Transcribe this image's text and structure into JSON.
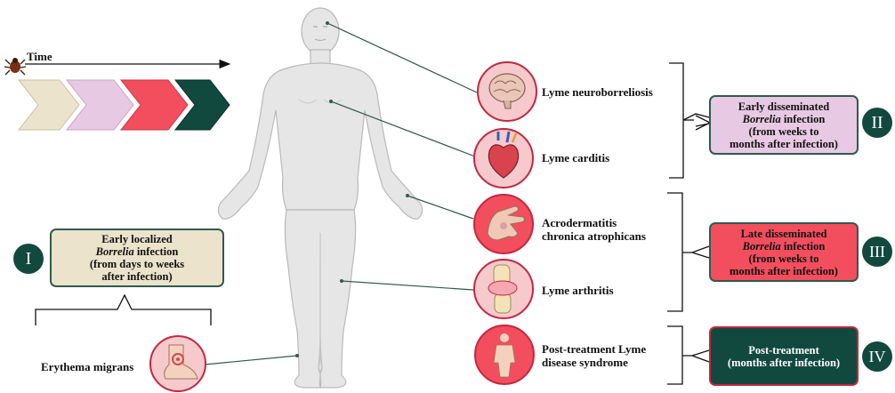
{
  "timeline": {
    "label": "Time"
  },
  "stages": {
    "I": {
      "numeral": "I",
      "line1": "Early localized",
      "italic": "Borrelia",
      "rest": " infection",
      "line3": "(from days to weeks",
      "line4": "after infection)"
    },
    "II": {
      "numeral": "II",
      "line1": "Early disseminated",
      "italic": "Borrelia",
      "rest": " infection",
      "line3": "(from weeks to",
      "line4": "months after infection)"
    },
    "III": {
      "numeral": "III",
      "line1": "Late disseminated",
      "italic": "Borrelia",
      "rest": " infection",
      "line3": "(from weeks to",
      "line4": "months after infection)"
    },
    "IV": {
      "numeral": "IV",
      "line1": "Post-treatment",
      "line2": "(months after infection)"
    }
  },
  "manifestations": {
    "neuro": "Lyme neuroborreliosis",
    "carditis": "Lyme carditis",
    "acro_1": "Acrodermatitis",
    "acro_2": "chronica atrophicans",
    "arthritis": "Lyme arthritis",
    "ptlds_1": "Post-treatment Lyme",
    "ptlds_2": "disease syndrome",
    "em": "Erythema migrans"
  },
  "colors": {
    "stage1": "#ece3cc",
    "stage2": "#e8c9e3",
    "stage3": "#f24e5e",
    "stage4": "#12493f",
    "border": "#2f5a4e",
    "icon_bg": "#f6c9cd",
    "icon_ring": "#c3273f"
  }
}
